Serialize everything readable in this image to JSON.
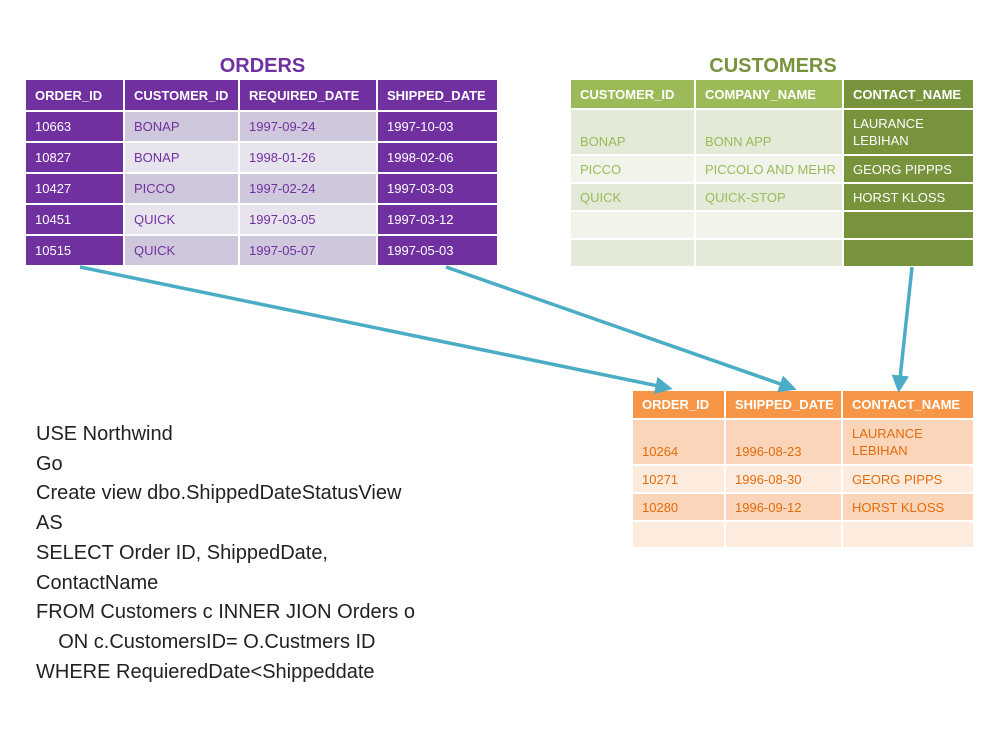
{
  "orders": {
    "title": "ORDERS",
    "headers": [
      "ORDER_ID",
      "CUSTOMER_ID",
      "REQUIRED_DATE",
      "SHIPPED_DATE"
    ],
    "rows": [
      [
        "10663",
        "BONAP",
        "1997-09-24",
        "1997-10-03"
      ],
      [
        "10827",
        "BONAP",
        "1998-01-26",
        "1998-02-06"
      ],
      [
        "10427",
        "PICCO",
        "1997-02-24",
        "1997-03-03"
      ],
      [
        "10451",
        "QUICK",
        "1997-03-05",
        "1997-03-12"
      ],
      [
        "10515",
        "QUICK",
        "1997-05-07",
        "1997-05-03"
      ]
    ]
  },
  "customers": {
    "title": "CUSTOMERS",
    "headers": [
      "CUSTOMER_ID",
      "COMPANY_NAME",
      "CONTACT_NAME"
    ],
    "rows": [
      [
        "BONAP",
        "BONN APP",
        "LAURANCE LEBIHAN"
      ],
      [
        "PICCO",
        "PICCOLO AND MEHR",
        "GEORG PIPPPS"
      ],
      [
        "QUICK",
        "QUICK-STOP",
        "HORST KLOSS"
      ],
      [
        "",
        "",
        ""
      ],
      [
        "",
        "",
        ""
      ]
    ]
  },
  "result": {
    "headers": [
      "ORDER_ID",
      "SHIPPED_DATE",
      "CONTACT_NAME"
    ],
    "rows": [
      [
        "10264",
        "1996-08-23",
        "LAURANCE LEBIHAN"
      ],
      [
        "10271",
        "1996-08-30",
        "GEORG PIPPS"
      ],
      [
        "10280",
        "1996-09-12",
        "HORST KLOSS"
      ],
      [
        "",
        "",
        ""
      ]
    ]
  },
  "sql": [
    "USE Northwind",
    "Go",
    "Create view dbo.ShippedDateStatusView",
    "AS",
    "SELECT Order ID, ShippedDate,",
    "ContactName",
    "FROM Customers c INNER JION Orders o",
    "    ON c.CustomersID= O.Custmers ID",
    "WHERE RequieredDate<Shippeddate"
  ],
  "colors": {
    "orders": "#7030a0",
    "customers": "#77933c",
    "customers_light": "#9bbb59",
    "result": "#f79646",
    "arrow": "#4bacc6"
  }
}
